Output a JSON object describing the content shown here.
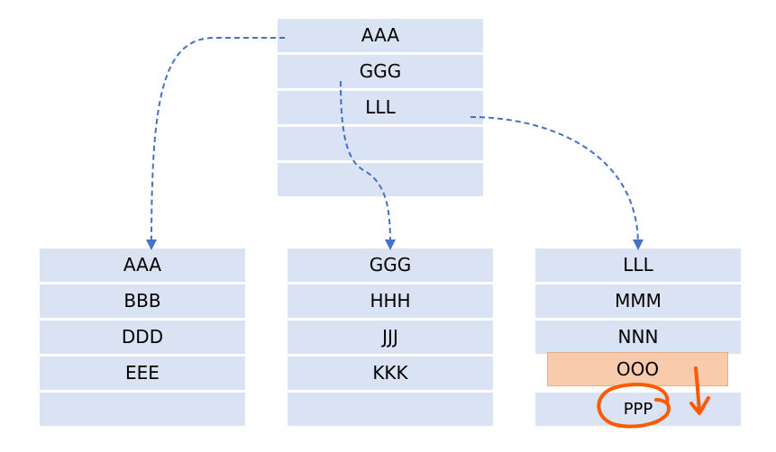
{
  "root": {
    "rows": [
      "AAA",
      "GGG",
      "LLL",
      "",
      ""
    ]
  },
  "leaf_left": {
    "rows": [
      "AAA",
      "BBB",
      "DDD",
      "EEE",
      ""
    ]
  },
  "leaf_middle": {
    "rows": [
      "GGG",
      "HHH",
      "JJJ",
      "KKK",
      ""
    ]
  },
  "leaf_right": {
    "rows": [
      "LLL",
      "MMM",
      "NNN",
      "OOO",
      "PPP"
    ]
  },
  "colors": {
    "cell_fill": "#dae3f3",
    "highlight_fill": "#f8cbad",
    "arrow": "#4472c4",
    "annotation": "#ff5a00"
  }
}
